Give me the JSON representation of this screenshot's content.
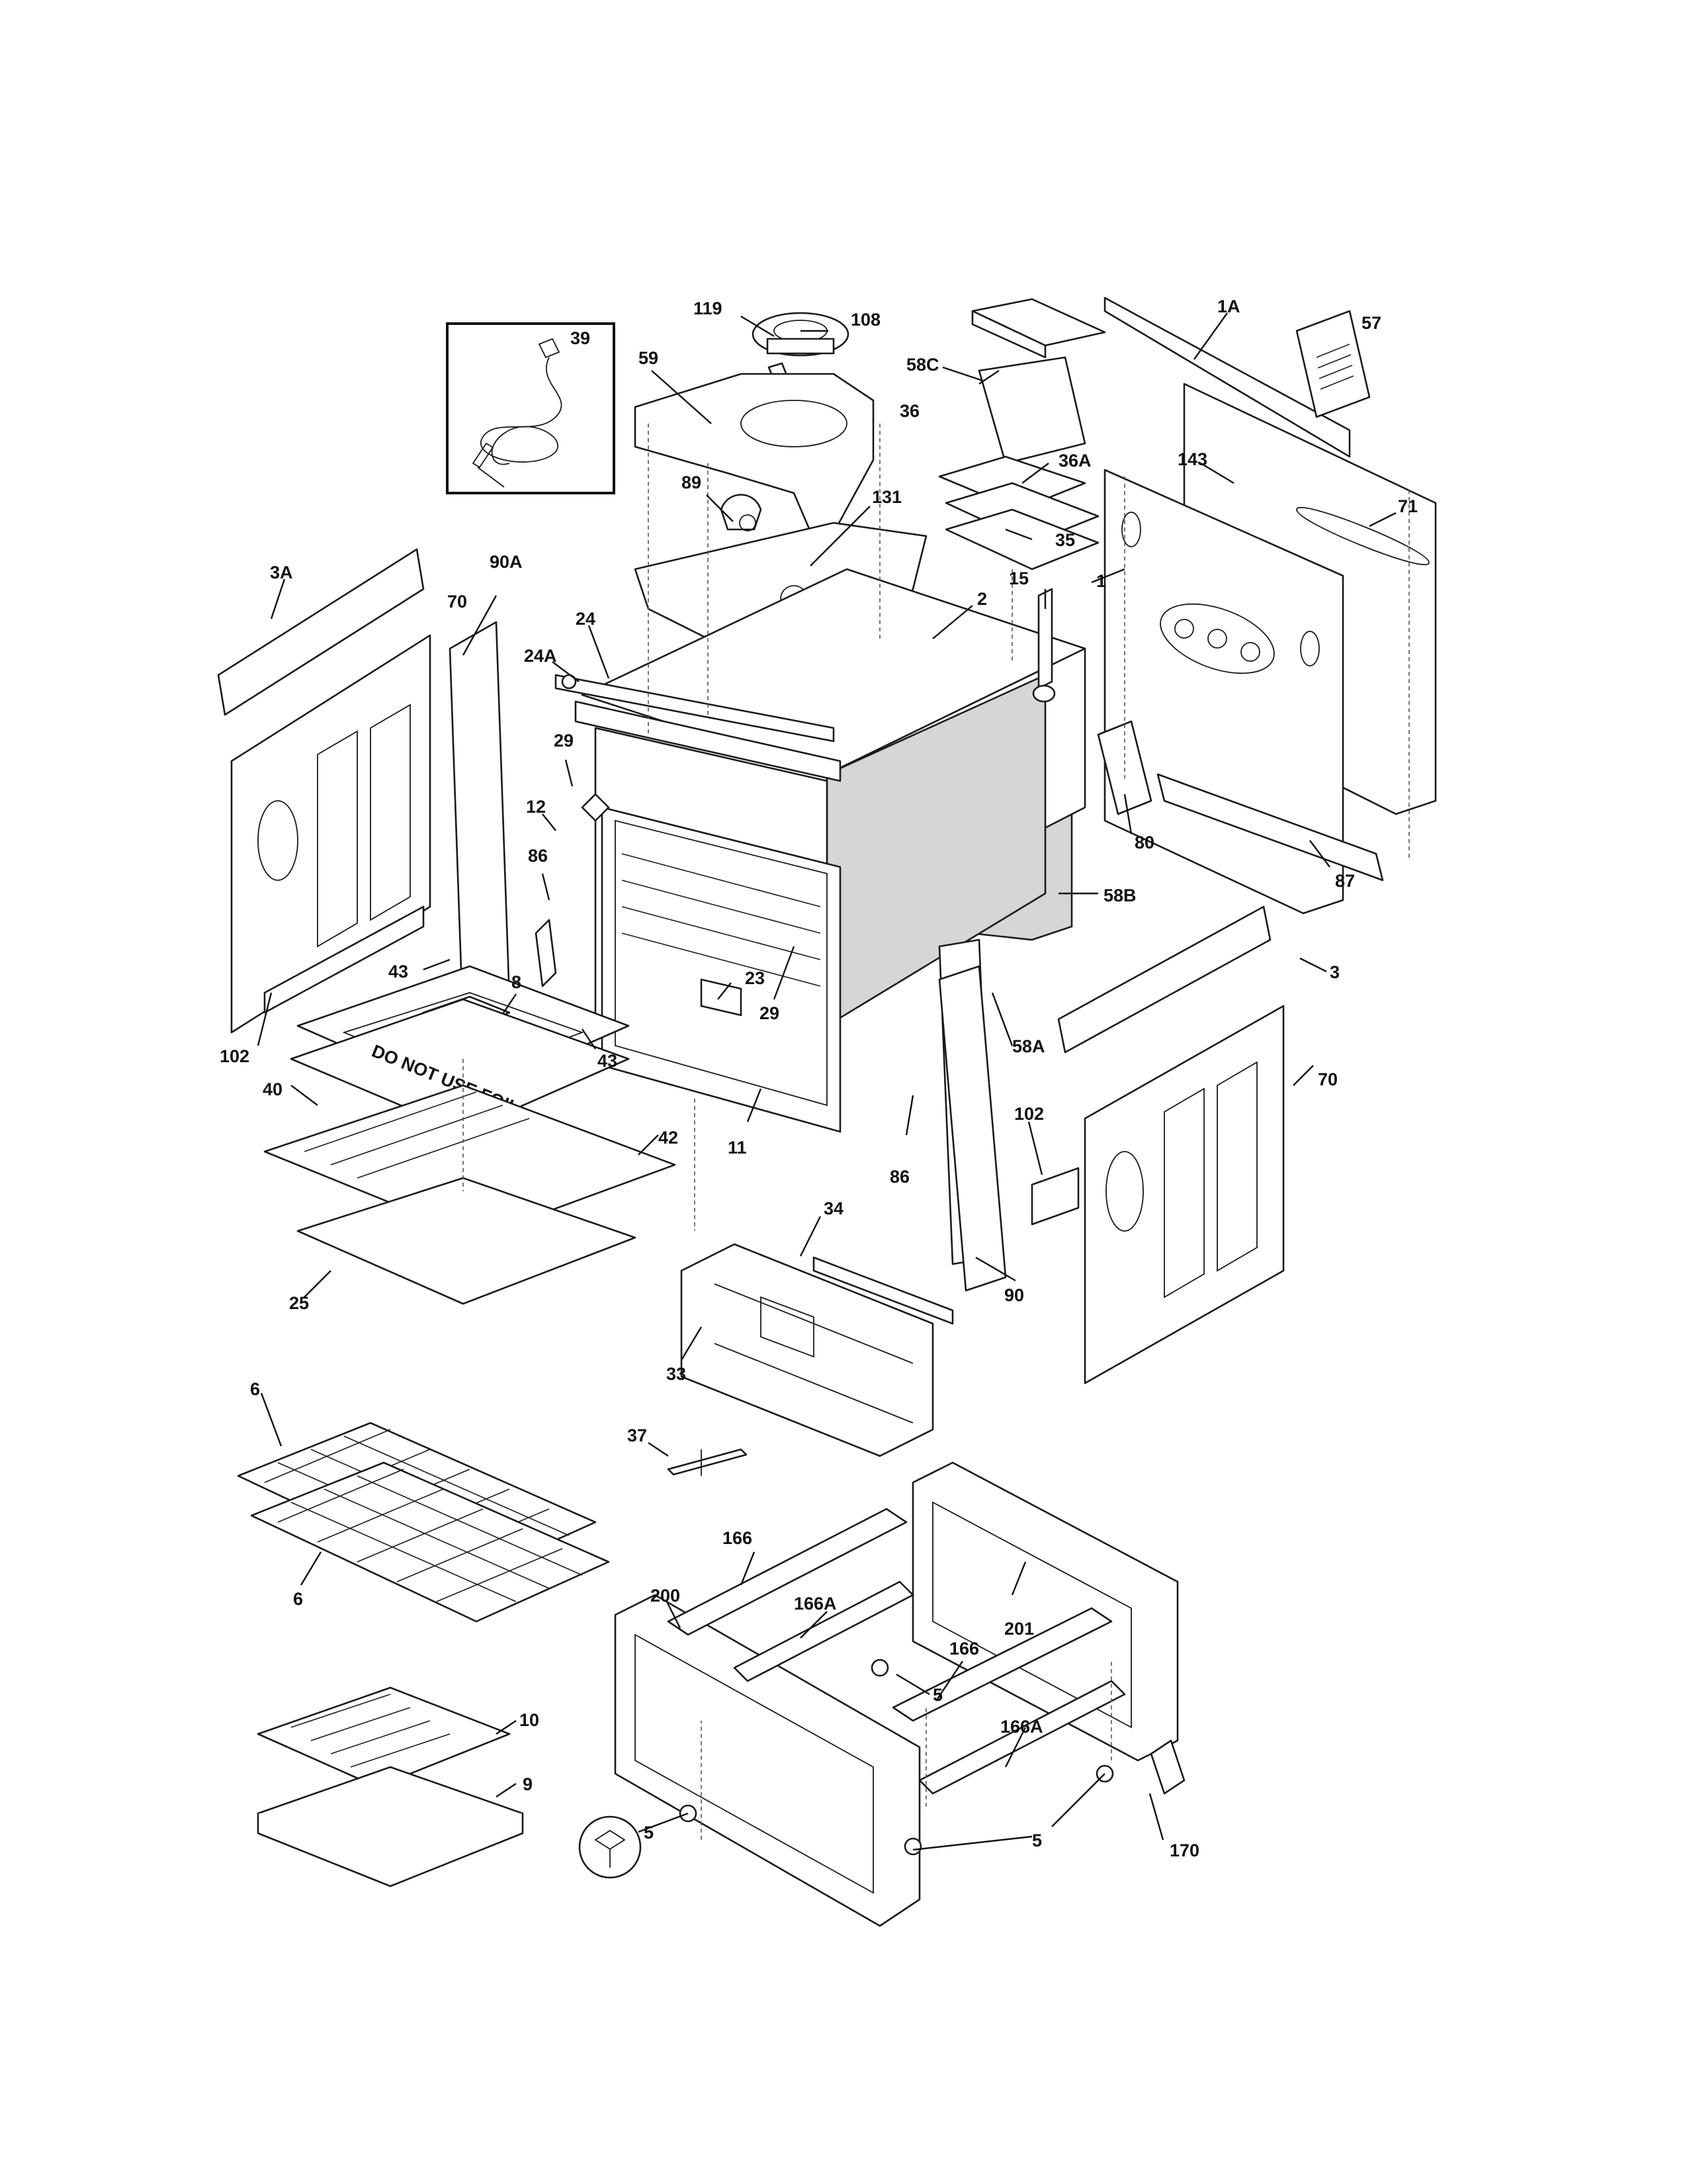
{
  "callouts": [
    {
      "id": "p108",
      "text": "108"
    },
    {
      "id": "p119",
      "text": "119"
    },
    {
      "id": "p59",
      "text": "59"
    },
    {
      "id": "p39",
      "text": "39"
    },
    {
      "id": "p89",
      "text": "89"
    },
    {
      "id": "p131",
      "text": "131"
    },
    {
      "id": "p58C",
      "text": "58C"
    },
    {
      "id": "p36",
      "text": "36"
    },
    {
      "id": "p36A",
      "text": "36A"
    },
    {
      "id": "p35",
      "text": "35"
    },
    {
      "id": "p1A",
      "text": "1A"
    },
    {
      "id": "p57",
      "text": "57"
    },
    {
      "id": "p143",
      "text": "143"
    },
    {
      "id": "p71",
      "text": "71"
    },
    {
      "id": "p1",
      "text": "1"
    },
    {
      "id": "p15",
      "text": "15"
    },
    {
      "id": "p2",
      "text": "2"
    },
    {
      "id": "p3A",
      "text": "3A"
    },
    {
      "id": "p70a",
      "text": "70"
    },
    {
      "id": "p90A",
      "text": "90A"
    },
    {
      "id": "p24",
      "text": "24"
    },
    {
      "id": "p24A",
      "text": "24A"
    },
    {
      "id": "p29a",
      "text": "29"
    },
    {
      "id": "p12",
      "text": "12"
    },
    {
      "id": "p86a",
      "text": "86"
    },
    {
      "id": "p80",
      "text": "80"
    },
    {
      "id": "p58B",
      "text": "58B"
    },
    {
      "id": "p87",
      "text": "87"
    },
    {
      "id": "p3",
      "text": "3"
    },
    {
      "id": "p43a",
      "text": "43"
    },
    {
      "id": "p8",
      "text": "8"
    },
    {
      "id": "p23",
      "text": "23"
    },
    {
      "id": "p29b",
      "text": "29"
    },
    {
      "id": "p43b",
      "text": "43"
    },
    {
      "id": "p102a",
      "text": "102"
    },
    {
      "id": "p40",
      "text": "40"
    },
    {
      "id": "p58A",
      "text": "58A"
    },
    {
      "id": "p70b",
      "text": "70"
    },
    {
      "id": "p11",
      "text": "11"
    },
    {
      "id": "p42",
      "text": "42"
    },
    {
      "id": "p102b",
      "text": "102"
    },
    {
      "id": "p86b",
      "text": "86"
    },
    {
      "id": "p34",
      "text": "34"
    },
    {
      "id": "p25",
      "text": "25"
    },
    {
      "id": "p90",
      "text": "90"
    },
    {
      "id": "p33",
      "text": "33"
    },
    {
      "id": "p6a",
      "text": "6"
    },
    {
      "id": "p37",
      "text": "37"
    },
    {
      "id": "p6b",
      "text": "6"
    },
    {
      "id": "p166a",
      "text": "166"
    },
    {
      "id": "p200",
      "text": "200"
    },
    {
      "id": "p166Aa",
      "text": "166A"
    },
    {
      "id": "p201",
      "text": "201"
    },
    {
      "id": "p5a",
      "text": "5"
    },
    {
      "id": "p166b",
      "text": "166"
    },
    {
      "id": "p166Ab",
      "text": "166A"
    },
    {
      "id": "p10",
      "text": "10"
    },
    {
      "id": "p9",
      "text": "9"
    },
    {
      "id": "p5b",
      "text": "5"
    },
    {
      "id": "p5c",
      "text": "5"
    },
    {
      "id": "p170",
      "text": "170"
    }
  ],
  "inset_stamp": "DO NOT USE FOIL"
}
